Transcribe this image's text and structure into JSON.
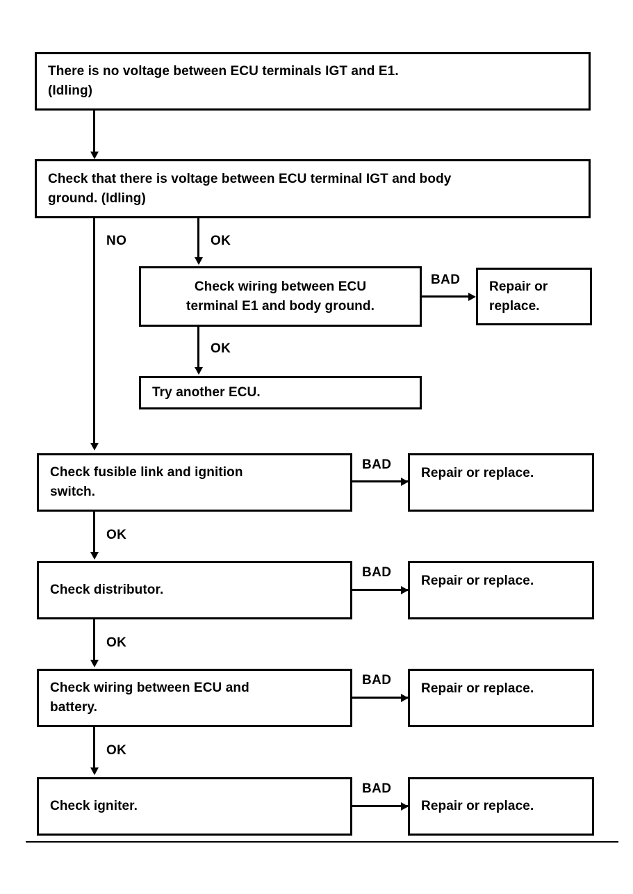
{
  "diagram": {
    "title": "ECU terminal IGT no-voltage troubleshooting flowchart",
    "ink_color": "#000000",
    "background_color": "#ffffff"
  },
  "nodes": {
    "symptom": {
      "line1": "There is no voltage between ECU terminals IGT and E1.",
      "line2": "(Idling)"
    },
    "check_igt_body_ground": {
      "line1": "Check that there is voltage between ECU terminal IGT and body",
      "line2": "ground. (Idling)"
    },
    "check_wiring_e1": {
      "text": "Check wiring between ECU\nterminal E1 and body ground."
    },
    "try_another_ecu": {
      "text": "Try another ECU."
    },
    "repair_or_replace_e1": {
      "text": "Repair or\nreplace."
    },
    "check_fusible_link": {
      "text": "Check fusible link and ignition\nswitch."
    },
    "repair_or_replace_fusible": {
      "text": "Repair or replace."
    },
    "check_distributor": {
      "text": "Check distributor."
    },
    "repair_or_replace_distributor": {
      "text": "Repair or replace."
    },
    "check_wiring_battery": {
      "text": "Check wiring between ECU and\nbattery."
    },
    "repair_or_replace_battery": {
      "text": "Repair or replace."
    },
    "check_igniter": {
      "text": "Check igniter."
    },
    "repair_or_replace_igniter": {
      "text": "Repair or replace."
    }
  },
  "edge_labels": {
    "no_branch": "NO",
    "ok_branch_igt": "OK",
    "ok_branch_e1": "OK",
    "bad_e1": "BAD",
    "ok_fusible": "OK",
    "bad_fusible": "BAD",
    "ok_distributor": "OK",
    "bad_distributor": "BAD",
    "ok_battery": "OK",
    "bad_battery": "BAD",
    "bad_igniter": "BAD"
  }
}
